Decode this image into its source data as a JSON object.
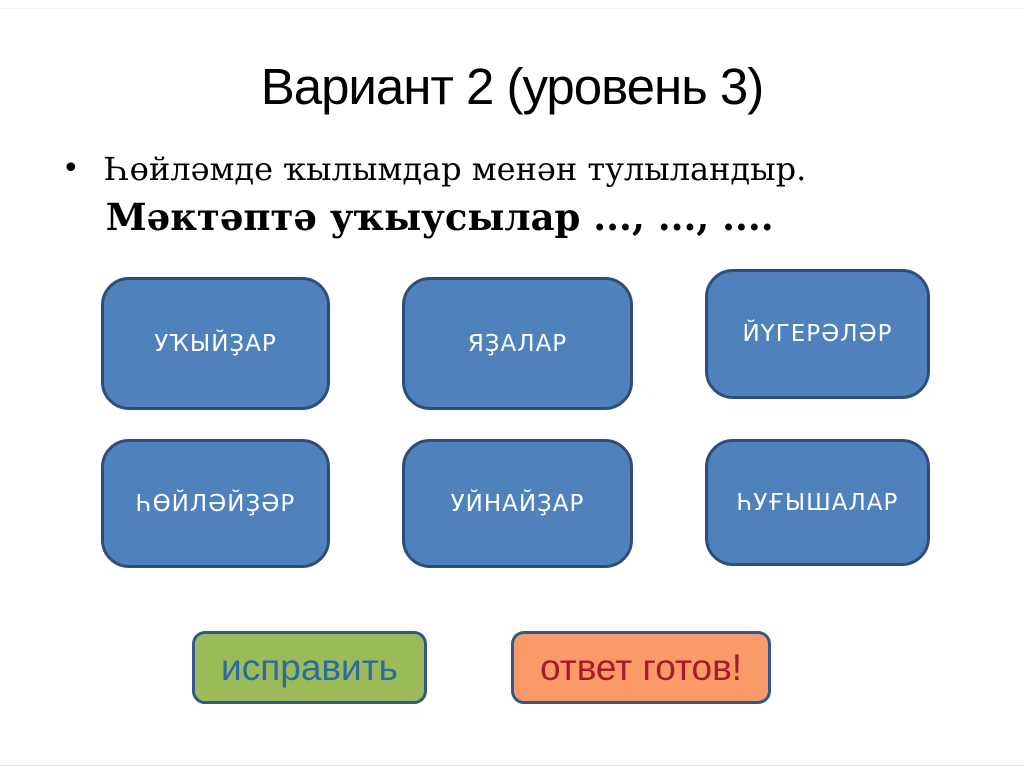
{
  "slide": {
    "title": "Вариант 2 (уровень 3)",
    "task": {
      "bullet": "•",
      "instruction": "Һөйләмде ҡылымдар менән тулыландыр.",
      "sentence": "Мәктәптә уҡыусылар ..., ..., ...."
    },
    "answers": [
      {
        "label": "УҠЫЙҘАР"
      },
      {
        "label": "ЯҘАЛАР"
      },
      {
        "label": "ЙҮГЕРӘЛӘР"
      },
      {
        "label": "ҺӨЙЛӘЙҘӘР"
      },
      {
        "label": "УЙНАЙҘАР"
      },
      {
        "label": "ҺУҒЫШАЛАР"
      }
    ],
    "buttons": {
      "fix": {
        "label": "исправить"
      },
      "ready": {
        "label": "ответ готов!"
      }
    },
    "colors": {
      "answer_fill": "#4F81BD",
      "answer_border": "#2E4E79",
      "button_border": "#31588A",
      "fix_bg": "#9BBB59",
      "fix_text": "#2E6B9E",
      "ready_bg": "#FA9A68",
      "ready_text": "#A61B29"
    }
  }
}
